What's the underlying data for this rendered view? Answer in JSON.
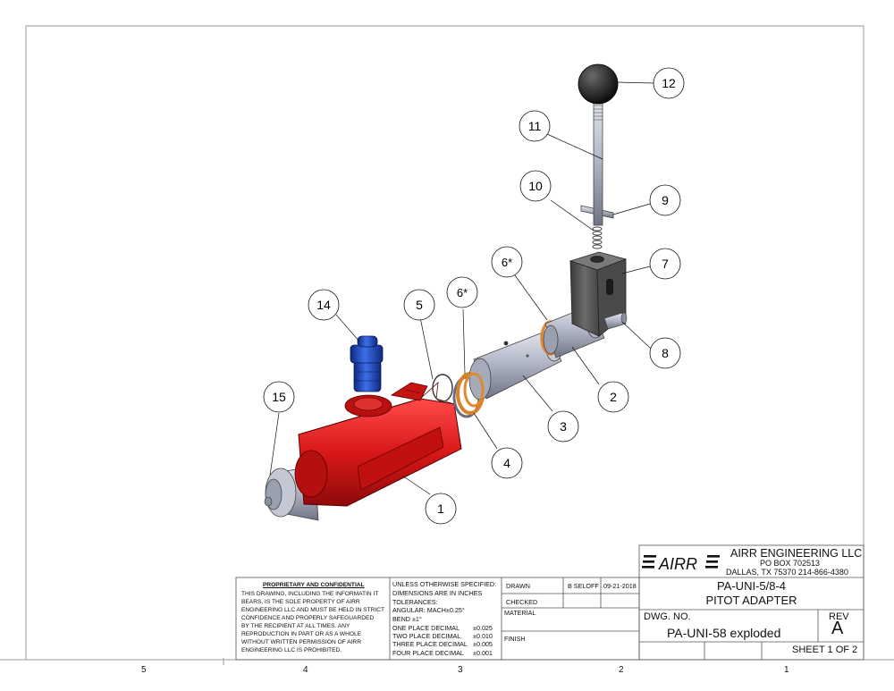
{
  "balloons": [
    {
      "label": "1"
    },
    {
      "label": "2"
    },
    {
      "label": "3"
    },
    {
      "label": "4"
    },
    {
      "label": "5"
    },
    {
      "label": "6*"
    },
    {
      "label": "6*"
    },
    {
      "label": "7"
    },
    {
      "label": "8"
    },
    {
      "label": "9"
    },
    {
      "label": "10"
    },
    {
      "label": "11"
    },
    {
      "label": "12"
    },
    {
      "label": "14"
    },
    {
      "label": "15"
    }
  ],
  "title_block": {
    "logo_text": "AIRR",
    "company": "AIRR ENGINEERING LLC",
    "address1": "PO BOX 702513",
    "address2": "DALLAS, TX 75370  214-866-4380",
    "part_number": "PA-UNI-5/8-4",
    "part_name": "PITOT ADAPTER",
    "dwg_no_label": "DWG.  NO.",
    "dwg_no": "PA-UNI-58 exploded",
    "rev_label": "REV",
    "rev": "A",
    "sheet": "SHEET 1 OF 2"
  },
  "proprietary": {
    "heading": "PROPRIETARY AND CONFIDENTIAL",
    "lines": [
      "THIS DRAWING, INCLUDING THE INFORMATIN IT",
      "BEARS, IS THE SOLE PROPERTY OF AIRR",
      "ENGINEERING LLC AND MUST BE HELD IN STRICT",
      "CONFIDENCE AND PROPERLY SAFEGUARDED",
      "BY THE RECIPIENT AT ALL TIMES.  ANY",
      "REPRODUCTION IN PART OR AS A WHOLE",
      "WITHOUT WRITTEN PERMISSION OF AIRR",
      "ENGINEERING LLC IS PROHIBITED."
    ]
  },
  "tolerances": {
    "lines": [
      "UNLESS OTHERWISE SPECIFIED:",
      "DIMENSIONS ARE IN INCHES",
      "TOLERANCES:",
      "ANGULAR: MACH±0.25°",
      "BEND ±1°"
    ],
    "decimals": [
      {
        "label": "ONE PLACE DECIMAL",
        "value": "±0.025"
      },
      {
        "label": "TWO PLACE DECIMAL",
        "value": "±0.010"
      },
      {
        "label": "THREE PLACE DECIMAL",
        "value": "±0.005"
      },
      {
        "label": "FOUR PLACE DECIMAL",
        "value": "±0.001"
      }
    ]
  },
  "approvals": {
    "drawn_label": "DRAWN",
    "drawn_by": "B SELOFF",
    "drawn_date": "09-21-2018",
    "checked_label": "CHECKED",
    "material_label": "MATERIAL",
    "finish_label": "FINISH"
  },
  "zones": [
    "5",
    "4",
    "3",
    "2",
    "1"
  ],
  "colors": {
    "housing": "#d81818",
    "fitting": "#1e4fc4",
    "oring": "#d9822b",
    "steel": "#a9aebd",
    "knob": "#1a1a1a",
    "bracket": "#5a5a5a"
  }
}
